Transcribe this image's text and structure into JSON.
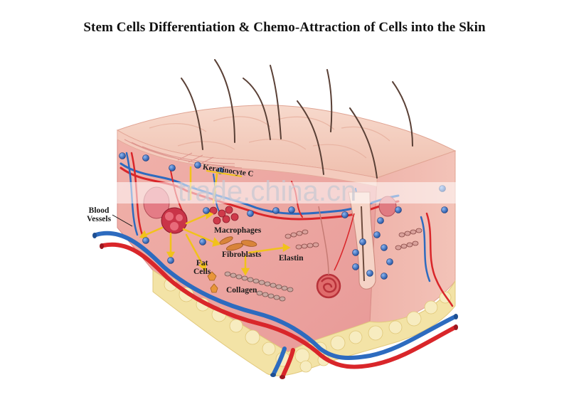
{
  "title": "Stem Cells Differentiation & Chemo-Attraction of Cells into the Skin",
  "labels": {
    "keratinocyte": "Keratinocyte C",
    "blood_vessels_line1": "Blood",
    "blood_vessels_line2": "Vessels",
    "macrophages": "Macrophages",
    "fibroblasts": "Fibroblasts",
    "elastin": "Elastin",
    "fat_cells_line1": "Fat",
    "fat_cells_line2": "Cells",
    "collagen": "Collagen"
  },
  "watermark": "trade.china.cn",
  "colors": {
    "epidermis": "#f1c3b3",
    "dermis": "#e9a3a0",
    "fat": "#f3e3a6",
    "artery": "#d9262a",
    "vein": "#2d6bbf",
    "hair": "#5a4036",
    "stem_cell": "#2b62b8"
  }
}
